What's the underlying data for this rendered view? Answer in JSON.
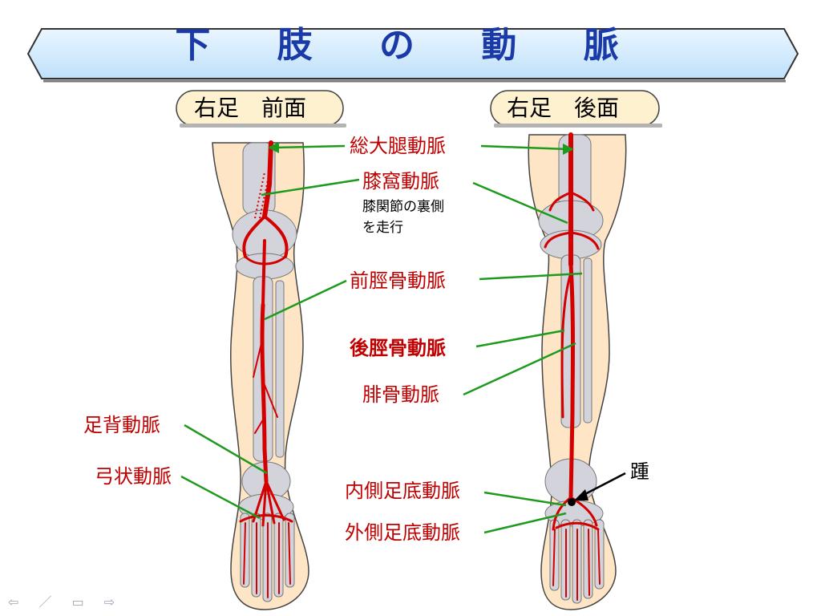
{
  "title": "下 肢 の 動 脈",
  "view_front": "右足　前面",
  "view_back": "右足　後面",
  "labels": {
    "common_femoral": "総大腿動脈",
    "popliteal": "膝窩動脈",
    "popliteal_note_1": "膝関節の裏側",
    "popliteal_note_2": "を走行",
    "anterior_tibial": "前脛骨動脈",
    "posterior_tibial": "後脛骨動脈",
    "peroneal": "腓骨動脈",
    "dorsalis_pedis": "足背動脈",
    "arcuate": "弓状動脈",
    "heel": "踵",
    "medial_plantar": "内側足底動脈",
    "lateral_plantar": "外側足底動脈"
  },
  "nav_glyphs": "⇦ ／ ▭ ⇨",
  "colors": {
    "title_text": "#1a3aa8",
    "banner_fill": "#d4ecff",
    "pill_fill": "#fdf1cf",
    "skin": "#fde5c6",
    "bone": "#d3d3dc",
    "artery": "#d40000",
    "label_red": "#c00000",
    "leader_green": "#1e9a1e"
  }
}
